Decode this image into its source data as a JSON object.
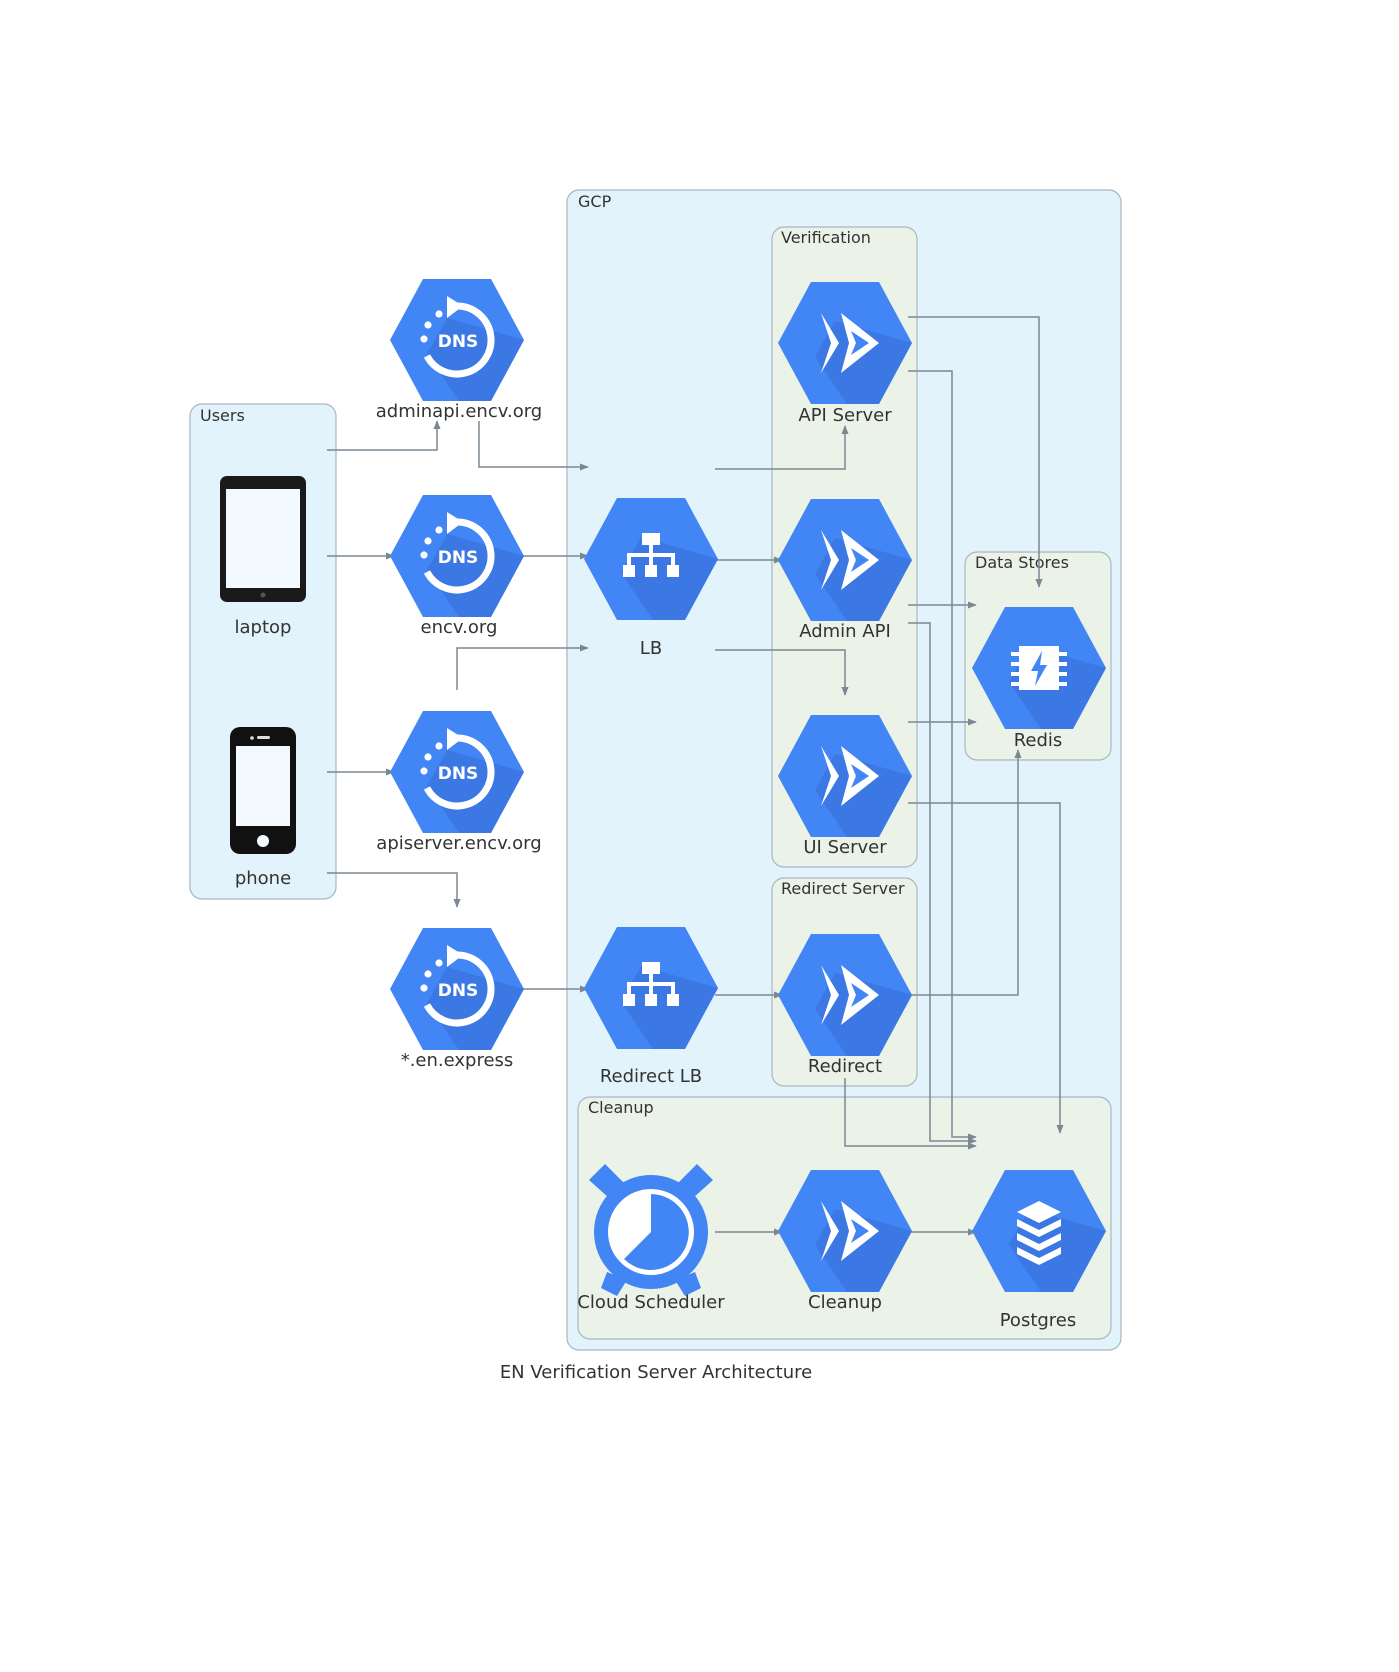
{
  "diagram_title": "EN Verification Server Architecture",
  "colors": {
    "gcp_blue": "#4285f4",
    "gcp_blue_dark": "#3a76e0",
    "cluster_blue_fill": "#e3f3fb",
    "cluster_green_fill": "#ebf2e7",
    "cluster_stroke": "#a9b6c2",
    "edge": "#7b8894",
    "device": "#1a1a1a"
  },
  "clusters": {
    "users": "Users",
    "gcp": "GCP",
    "verification": "Verification",
    "data_stores": "Data Stores",
    "redirect_server": "Redirect Server",
    "cleanup": "Cleanup"
  },
  "nodes": {
    "laptop": {
      "label": "laptop",
      "icon": "tablet-icon"
    },
    "phone": {
      "label": "phone",
      "icon": "phone-icon"
    },
    "dns_adminapi": {
      "label": "adminapi.encv.org",
      "icon": "dns-icon"
    },
    "dns_encv": {
      "label": "encv.org",
      "icon": "dns-icon"
    },
    "dns_apiserver": {
      "label": "apiserver.encv.org",
      "icon": "dns-icon"
    },
    "dns_en_express": {
      "label": "*.en.express",
      "icon": "dns-icon"
    },
    "lb": {
      "label": "LB",
      "icon": "load-balancer-icon"
    },
    "redirect_lb": {
      "label": "Redirect LB",
      "icon": "load-balancer-icon"
    },
    "api_server": {
      "label": "API Server",
      "icon": "cloud-run-icon"
    },
    "admin_api": {
      "label": "Admin API",
      "icon": "cloud-run-icon"
    },
    "ui_server": {
      "label": "UI Server",
      "icon": "cloud-run-icon"
    },
    "redirect": {
      "label": "Redirect",
      "icon": "cloud-run-icon"
    },
    "cleanup_svc": {
      "label": "Cleanup",
      "icon": "cloud-run-icon"
    },
    "redis": {
      "label": "Redis",
      "icon": "memorystore-icon"
    },
    "postgres": {
      "label": "Postgres",
      "icon": "cloud-sql-icon"
    },
    "cloud_scheduler": {
      "label": "Cloud Scheduler",
      "icon": "scheduler-clock-icon"
    }
  },
  "edges": [
    {
      "from": "laptop",
      "to": "dns_adminapi"
    },
    {
      "from": "laptop",
      "to": "dns_encv"
    },
    {
      "from": "phone",
      "to": "dns_apiserver"
    },
    {
      "from": "phone",
      "to": "dns_en_express"
    },
    {
      "from": "dns_adminapi",
      "to": "lb"
    },
    {
      "from": "dns_encv",
      "to": "lb"
    },
    {
      "from": "dns_apiserver",
      "to": "lb"
    },
    {
      "from": "dns_en_express",
      "to": "redirect_lb"
    },
    {
      "from": "lb",
      "to": "api_server"
    },
    {
      "from": "lb",
      "to": "admin_api"
    },
    {
      "from": "lb",
      "to": "ui_server"
    },
    {
      "from": "redirect_lb",
      "to": "redirect"
    },
    {
      "from": "api_server",
      "to": "redis"
    },
    {
      "from": "api_server",
      "to": "postgres"
    },
    {
      "from": "admin_api",
      "to": "redis"
    },
    {
      "from": "admin_api",
      "to": "postgres"
    },
    {
      "from": "ui_server",
      "to": "redis"
    },
    {
      "from": "ui_server",
      "to": "postgres"
    },
    {
      "from": "redirect",
      "to": "redis"
    },
    {
      "from": "redirect",
      "to": "postgres"
    },
    {
      "from": "cloud_scheduler",
      "to": "cleanup_svc"
    },
    {
      "from": "cleanup_svc",
      "to": "postgres"
    }
  ]
}
